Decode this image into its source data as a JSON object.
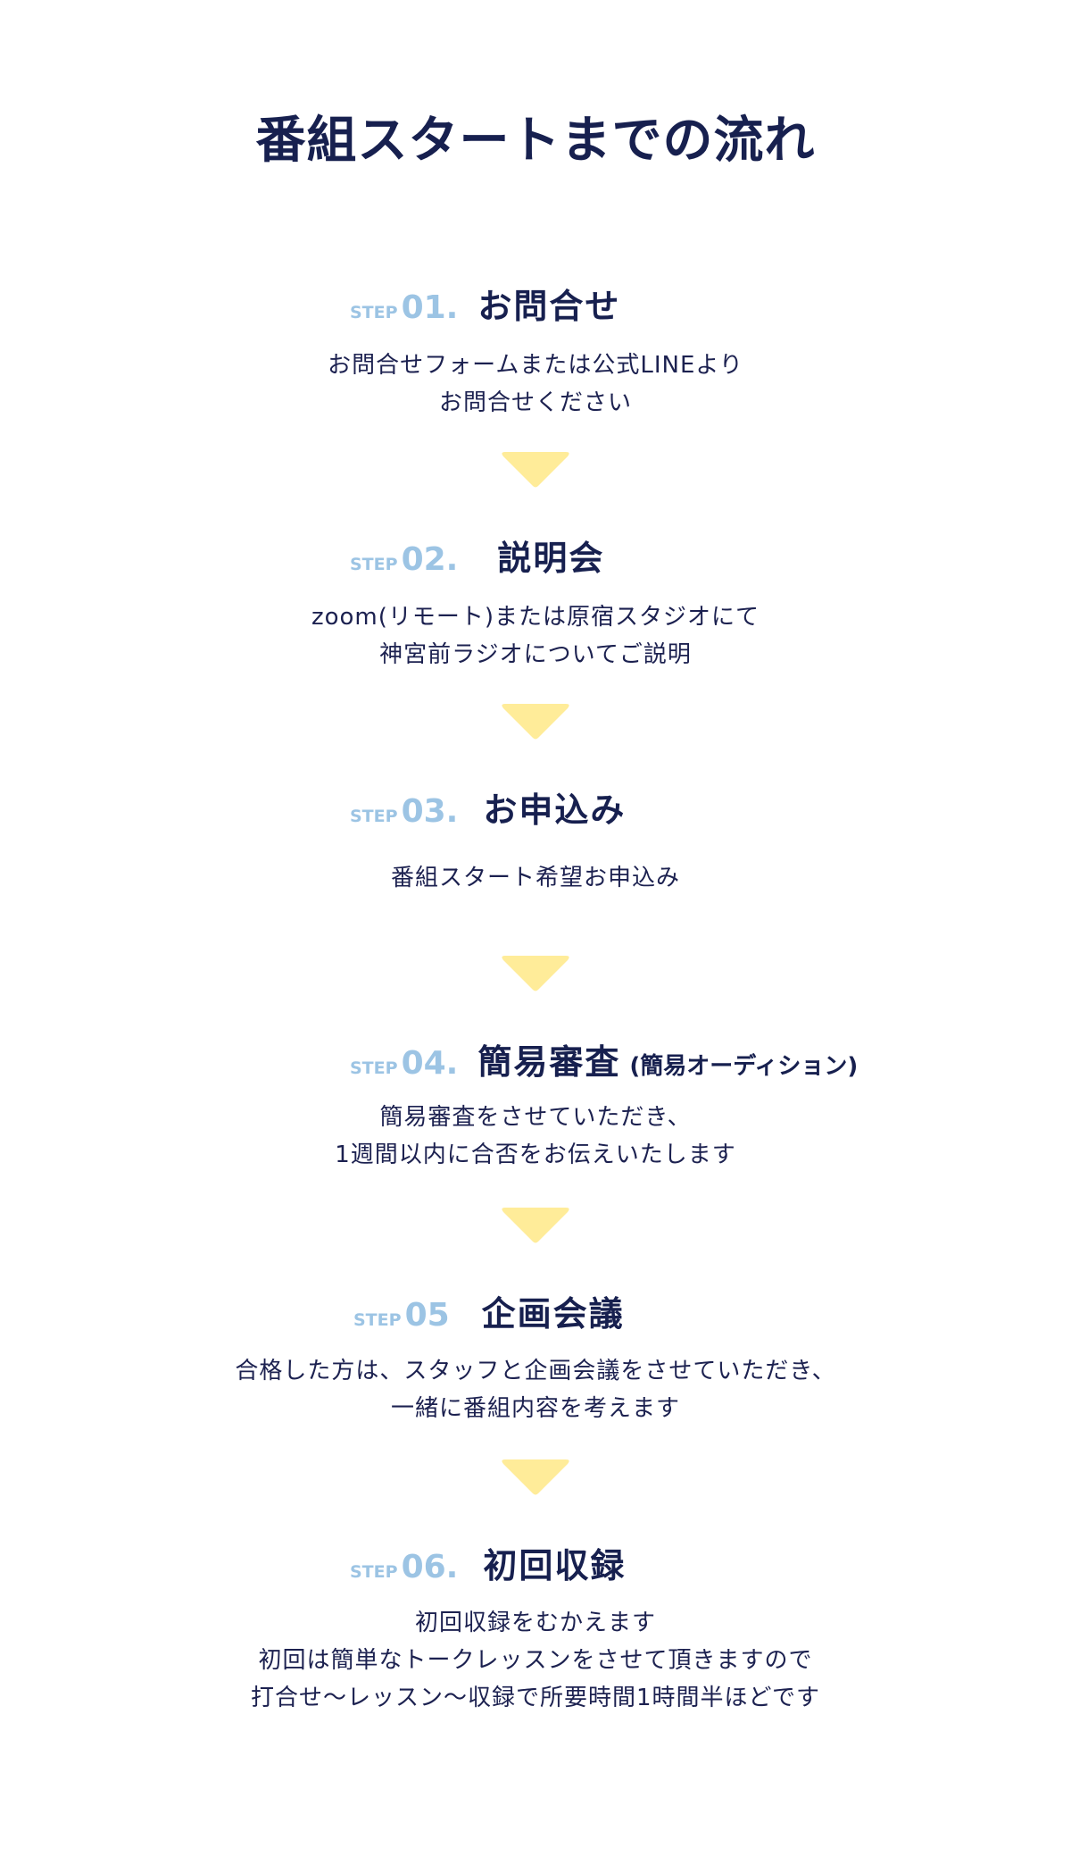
{
  "title": "番組スタートまでの流れ",
  "step_word": "STEP",
  "colors": {
    "navy": "#17204f",
    "step_blue": "#9cc4e4",
    "arrow_yellow": "#ffec99"
  },
  "steps": [
    {
      "num": "01.",
      "title": "お問合せ",
      "sub": "",
      "lines": [
        "お問合せフォームまたは公式LINEより",
        "お問合せください"
      ]
    },
    {
      "num": "02.",
      "title": "説明会",
      "sub": "",
      "lines": [
        "zoom(リモート)または原宿スタジオにて",
        "神宮前ラジオについてご説明"
      ]
    },
    {
      "num": "03.",
      "title": "お申込み",
      "sub": "",
      "lines": [
        "番組スタート希望お申込み"
      ]
    },
    {
      "num": "04.",
      "title": "簡易審査",
      "sub": "(簡易オーディション)",
      "lines": [
        "簡易審査をさせていただき、",
        "1週間以内に合否をお伝えいたします"
      ]
    },
    {
      "num": "05",
      "title": "企画会議",
      "sub": "",
      "lines": [
        "合格した方は、スタッフと企画会議をさせていただき、",
        "一緒に番組内容を考えます"
      ]
    },
    {
      "num": "06.",
      "title": "初回収録",
      "sub": "",
      "lines": [
        "初回収録をむかえます",
        "初回は簡単なトークレッスンをさせて頂きますので",
        "打合せ〜レッスン〜収録で所要時間1時間半ほどです"
      ]
    }
  ]
}
